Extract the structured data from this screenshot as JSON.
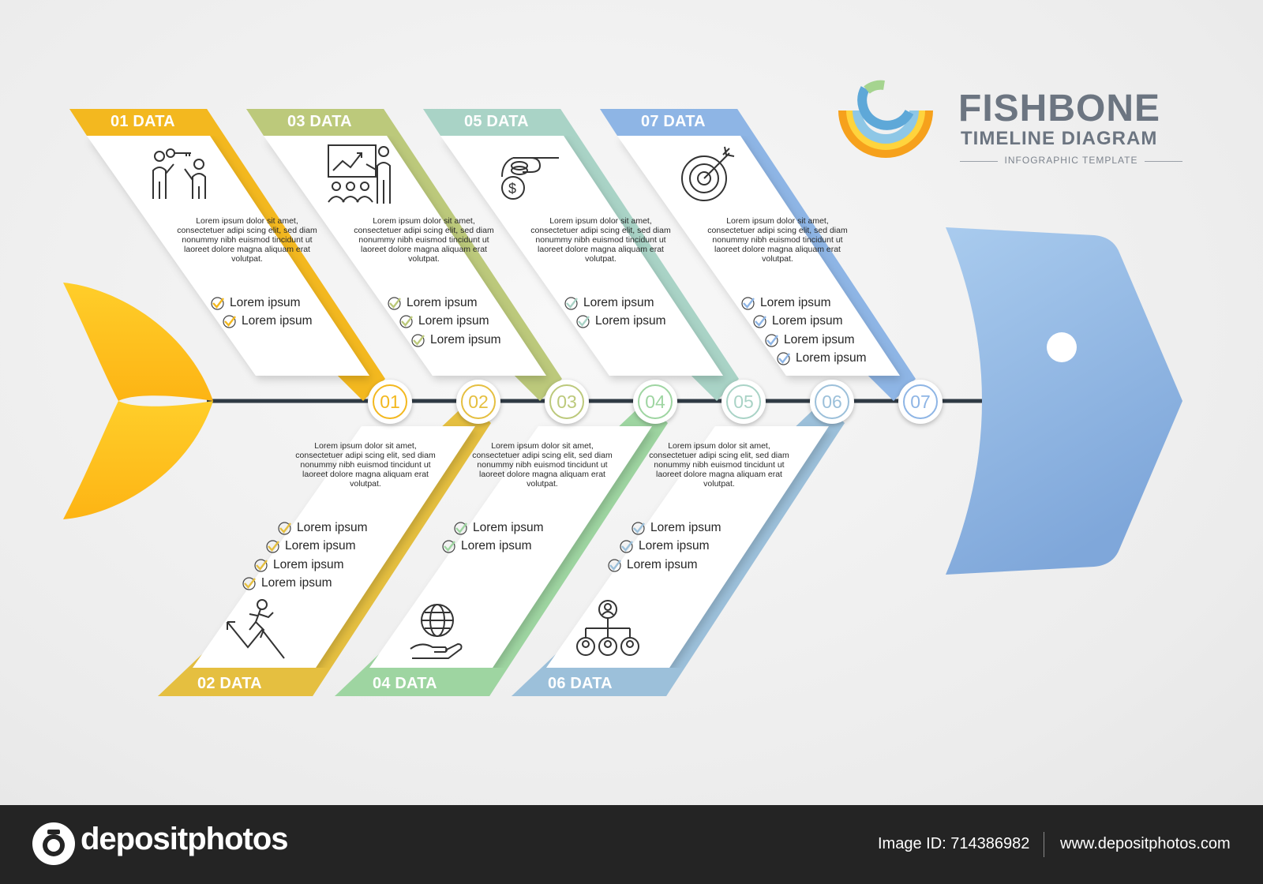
{
  "header": {
    "title": "FISHBONE",
    "subtitle": "TIMELINE DIAGRAM",
    "tagline": "INFOGRAPHIC TEMPLATE"
  },
  "colors": {
    "tail": "#ffc81e",
    "head": "#8fb6e4",
    "spine": "#2f3a44",
    "c1": "#f3b81f",
    "c2": "#e5bf40",
    "c3": "#bcc97b",
    "c4": "#9ed5a1",
    "c5": "#a9d3c6",
    "c6": "#9cc0da",
    "c7": "#8eb5e5"
  },
  "body_text": "Lorem ipsum dolor sit amet, consectetuer adipi scing elit, sed diam nonummy nibh euismod tincidunt ut laoreet dolore magna aliquam erat volutpat.",
  "cards": [
    {
      "label": "01 DATA",
      "icon": "handshake-key-icon",
      "checks": [
        "Lorem ipsum",
        "Lorem ipsum"
      ]
    },
    {
      "label": "02 DATA",
      "icon": "climbing-arrow-icon",
      "checks": [
        "Lorem ipsum",
        "Lorem ipsum",
        "Lorem ipsum",
        "Lorem ipsum"
      ]
    },
    {
      "label": "03 DATA",
      "icon": "presentation-icon",
      "checks": [
        "Lorem ipsum",
        "Lorem ipsum",
        "Lorem ipsum"
      ]
    },
    {
      "label": "04 DATA",
      "icon": "globe-in-hand-icon",
      "checks": [
        "Lorem ipsum",
        "Lorem ipsum"
      ]
    },
    {
      "label": "05 DATA",
      "icon": "coin-in-hand-icon",
      "checks": [
        "Lorem ipsum",
        "Lorem ipsum"
      ]
    },
    {
      "label": "06 DATA",
      "icon": "org-chart-icon",
      "checks": [
        "Lorem ipsum",
        "Lorem ipsum",
        "Lorem ipsum"
      ]
    },
    {
      "label": "07 DATA",
      "icon": "target-icon",
      "checks": [
        "Lorem ipsum",
        "Lorem ipsum",
        "Lorem ipsum",
        "Lorem ipsum"
      ]
    }
  ],
  "nodes": [
    "01",
    "02",
    "03",
    "04",
    "05",
    "06",
    "07"
  ],
  "footer": {
    "brand": "depositphotos",
    "image_id": "Image ID: 714386982",
    "site": "www.depositphotos.com"
  }
}
